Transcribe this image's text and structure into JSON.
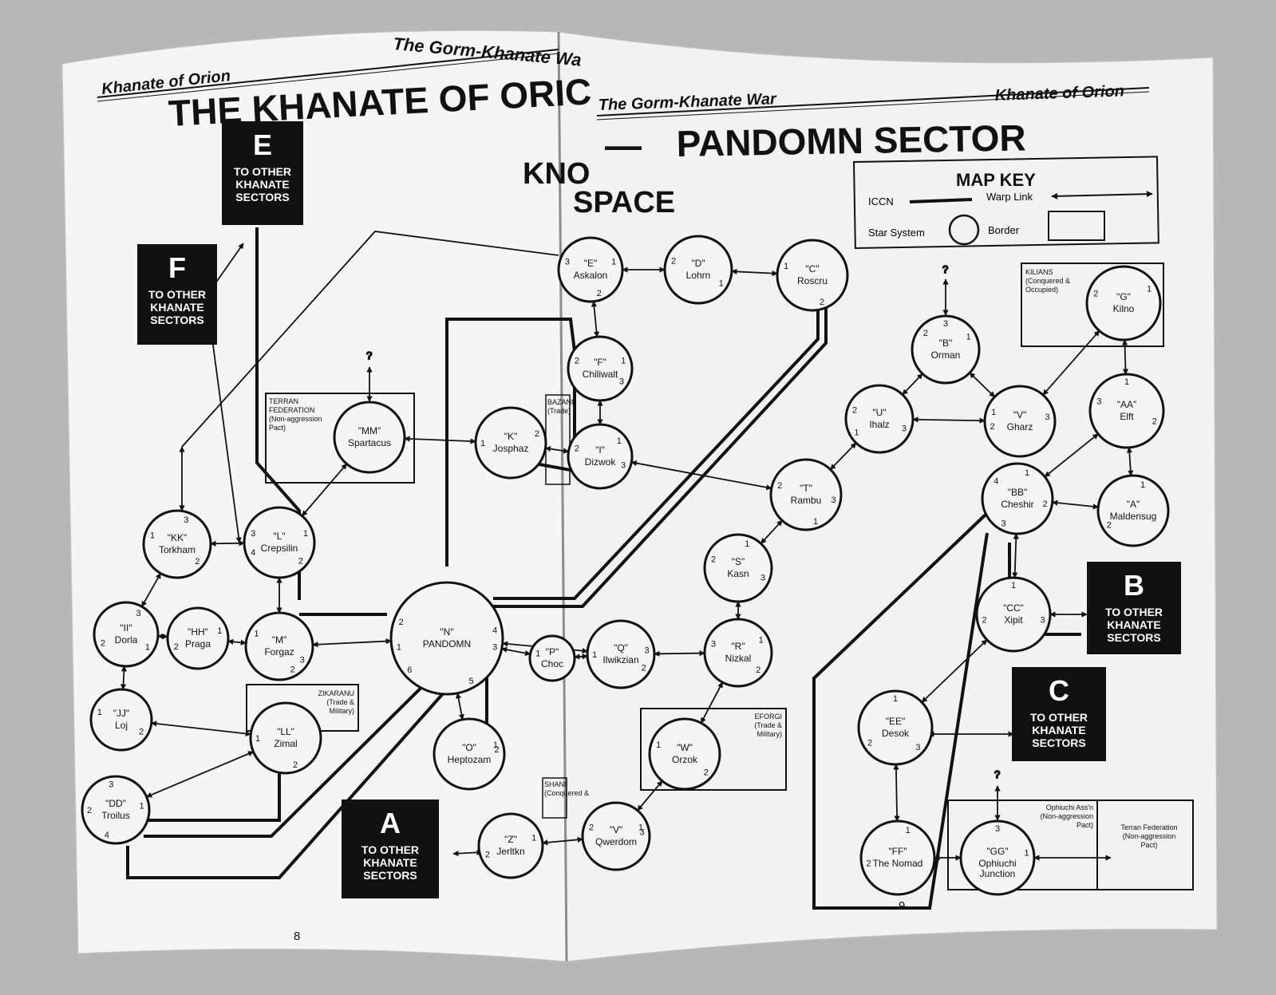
{
  "left_page": {
    "header_section": "Khanate of Orion",
    "header_book": "The Gorm-Khanate Wa",
    "title": "THE KHANATE OF ORIC",
    "subtitle_fragment": "KNO",
    "page_number": "8"
  },
  "right_page": {
    "header_book": "The Gorm-Khanate War",
    "header_section": "Khanate of Orion",
    "title_dash": "—",
    "title": "PANDOMN SECTOR",
    "subtitle_fragment": "SPACE",
    "page_number": "9"
  },
  "map_key": {
    "title": "MAP KEY",
    "iccn": "ICCN",
    "warp_link": "Warp Link",
    "star_system": "Star System",
    "border": "Border"
  },
  "exits": [
    {
      "id": "E",
      "letter": "E",
      "text": [
        "TO OTHER",
        "KHANATE",
        "SECTORS"
      ]
    },
    {
      "id": "F",
      "letter": "F",
      "text": [
        "TO OTHER",
        "KHANATE",
        "SECTORS"
      ]
    },
    {
      "id": "A",
      "letter": "A",
      "text": [
        "TO OTHER",
        "KHANATE",
        "SECTORS"
      ]
    },
    {
      "id": "B",
      "letter": "B",
      "text": [
        "TO OTHER",
        "KHANATE",
        "SECTORS"
      ]
    },
    {
      "id": "C",
      "letter": "C",
      "text": [
        "TO OTHER",
        "KHANATE",
        "SECTORS"
      ]
    }
  ],
  "regions": [
    {
      "id": "terran",
      "text": [
        "TERRAN",
        "FEDERATION",
        "(Non-aggression",
        "Pact)"
      ]
    },
    {
      "id": "zikaranu",
      "text": [
        "ZIKARANU",
        "(Trade &",
        "Military)"
      ]
    },
    {
      "id": "kilians",
      "text": [
        "KILIANS",
        "(Conquered &",
        "Occupied)"
      ]
    },
    {
      "id": "eforgi",
      "text": [
        "EFORGI",
        "(Trade &",
        "Military)"
      ]
    },
    {
      "id": "ophiuchi",
      "text": [
        "Ophiuchi Ass'n",
        "(Non-aggression",
        "Pact)"
      ]
    },
    {
      "id": "terran2",
      "text": [
        "Terran Federation",
        "(Non-aggression",
        "Pact)"
      ]
    },
    {
      "id": "bazani",
      "text": [
        "BAZANI",
        "(Trade)"
      ]
    },
    {
      "id": "shani",
      "text": [
        "SHANI",
        "(Conquered &"
      ]
    }
  ],
  "unknown_mark": "?",
  "systems": [
    {
      "id": "E",
      "code": "\"E\"",
      "name": "Askalon",
      "ports": [
        "3",
        "1",
        "2"
      ]
    },
    {
      "id": "D",
      "code": "\"D\"",
      "name": "Lohrn",
      "ports": [
        "2",
        "1"
      ]
    },
    {
      "id": "C",
      "code": "\"C\"",
      "name": "Roscru",
      "ports": [
        "1",
        "2"
      ]
    },
    {
      "id": "F",
      "code": "\"F\"",
      "name": "Chiliwalt",
      "ports": [
        "1",
        "2",
        "3"
      ]
    },
    {
      "id": "I",
      "code": "\"I\"",
      "name": "Dizwok",
      "ports": [
        "1",
        "2",
        "3"
      ]
    },
    {
      "id": "K",
      "code": "\"K\"",
      "name": "Josphaz",
      "ports": [
        "1",
        "2"
      ]
    },
    {
      "id": "MM",
      "code": "\"MM\"",
      "name": "Spartacus",
      "ports": []
    },
    {
      "id": "L",
      "code": "\"L\"",
      "name": "Crepsilin",
      "ports": [
        "3",
        "1",
        "4",
        "2"
      ]
    },
    {
      "id": "KK",
      "code": "\"KK\"",
      "name": "Torkham",
      "ports": [
        "3",
        "1",
        "2"
      ]
    },
    {
      "id": "II",
      "code": "\"II\"",
      "name": "Dorla",
      "ports": [
        "3",
        "1",
        "2"
      ]
    },
    {
      "id": "HH",
      "code": "\"HH\"",
      "name": "Praga",
      "ports": [
        "1",
        "2"
      ]
    },
    {
      "id": "M",
      "code": "\"M\"",
      "name": "Forgaz",
      "ports": [
        "1",
        "3",
        "2"
      ]
    },
    {
      "id": "N",
      "code": "\"N\"",
      "name": "PANDOMN",
      "ports": [
        "4",
        "2",
        "1",
        "3",
        "6",
        "5"
      ]
    },
    {
      "id": "JJ",
      "code": "\"JJ\"",
      "name": "Loj",
      "ports": [
        "1",
        "2"
      ]
    },
    {
      "id": "LL",
      "code": "\"LL\"",
      "name": "Zimal",
      "ports": [
        "1",
        "2"
      ]
    },
    {
      "id": "O",
      "code": "\"O\"",
      "name": "Heptozam",
      "ports": [
        "1",
        "2"
      ]
    },
    {
      "id": "DD",
      "code": "\"DD\"",
      "name": "Troilus",
      "ports": [
        "3",
        "2",
        "1",
        "4"
      ]
    },
    {
      "id": "Z",
      "code": "\"Z\"",
      "name": "Jerltkn",
      "ports": [
        "1",
        "2"
      ]
    },
    {
      "id": "P",
      "code": "\"P\"",
      "name": "Choc",
      "ports": [
        "1"
      ]
    },
    {
      "id": "Q",
      "code": "\"Q\"",
      "name": "Ilwikzian",
      "ports": [
        "1",
        "3",
        "2"
      ]
    },
    {
      "id": "R",
      "code": "\"R\"",
      "name": "Nizkal",
      "ports": [
        "3",
        "1",
        "2"
      ]
    },
    {
      "id": "W",
      "code": "\"W\"",
      "name": "Orzok",
      "ports": [
        "1",
        "2"
      ]
    },
    {
      "id": "V2",
      "code": "\"V\"",
      "name": "Qwerdom",
      "ports": [
        "2",
        "1",
        "3"
      ]
    },
    {
      "id": "S",
      "code": "\"S\"",
      "name": "Kasn",
      "ports": [
        "1",
        "2",
        "3"
      ]
    },
    {
      "id": "T",
      "code": "\"T\"",
      "name": "Rambu",
      "ports": [
        "2",
        "3",
        "1"
      ]
    },
    {
      "id": "U",
      "code": "\"U\"",
      "name": "Ihalz",
      "ports": [
        "2",
        "3",
        "1"
      ]
    },
    {
      "id": "B",
      "code": "\"B\"",
      "name": "Orman",
      "ports": [
        "3",
        "2",
        "1"
      ]
    },
    {
      "id": "V",
      "code": "\"V\"",
      "name": "Gharz",
      "ports": [
        "1",
        "2",
        "3"
      ]
    },
    {
      "id": "G",
      "code": "\"G\"",
      "name": "Kilno",
      "ports": [
        "2",
        "1"
      ]
    },
    {
      "id": "AA",
      "code": "\"AA\"",
      "name": "Elft",
      "ports": [
        "1",
        "3",
        "2"
      ]
    },
    {
      "id": "BB",
      "code": "\"BB\"",
      "name": "Cheshir",
      "ports": [
        "1",
        "2",
        "4",
        "3"
      ]
    },
    {
      "id": "A",
      "code": "\"A\"",
      "name": "Maldensug",
      "ports": [
        "1",
        "2"
      ]
    },
    {
      "id": "CC",
      "code": "\"CC\"",
      "name": "Xipit",
      "ports": [
        "1",
        "3",
        "2"
      ]
    },
    {
      "id": "EE",
      "code": "\"EE\"",
      "name": "Desok",
      "ports": [
        "1",
        "2",
        "3"
      ]
    },
    {
      "id": "FF",
      "code": "\"FF\"",
      "name": "The Nomad",
      "ports": [
        "1",
        "2"
      ]
    },
    {
      "id": "GG",
      "code": "\"GG\"",
      "name": "Ophiuchi Junction",
      "ports": [
        "3",
        "1"
      ]
    }
  ]
}
